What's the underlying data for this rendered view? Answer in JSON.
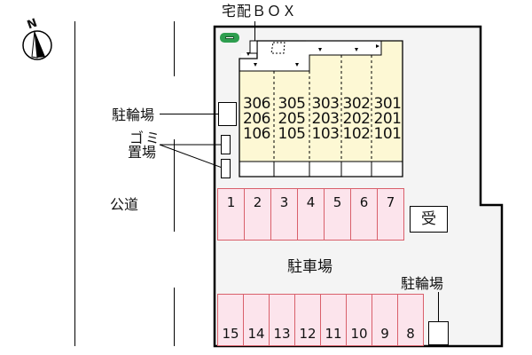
{
  "compass": {
    "label": "N"
  },
  "labels": {
    "delivery_box": "宅配ＢＯＸ",
    "bicycle_parking_left": "駐輪場",
    "garbage_line1": "ゴミ",
    "garbage_line2": "置場",
    "public_road": "公道",
    "parking_lot": "駐車場",
    "bicycle_parking_right": "駐輪場",
    "reception": "受"
  },
  "building": {
    "columns": [
      {
        "units": [
          "306",
          "206",
          "106"
        ]
      },
      {
        "units": [
          "305",
          "205",
          "105"
        ]
      },
      {
        "units": [
          "303",
          "203",
          "103"
        ]
      },
      {
        "units": [
          "302",
          "202",
          "102"
        ]
      },
      {
        "units": [
          "301",
          "201",
          "101"
        ]
      }
    ]
  },
  "parking": {
    "top_row": [
      "1",
      "2",
      "3",
      "4",
      "5",
      "6",
      "7"
    ],
    "bottom_row": [
      "15",
      "14",
      "13",
      "12",
      "11",
      "10",
      "9",
      "8"
    ]
  },
  "colors": {
    "building_fill": "#fdf8d4",
    "parking_fill": "#fce4ec",
    "parking_border": "#d9606b",
    "site_fill": "#f4f4f4",
    "sign_green": "#2e9e4f"
  }
}
